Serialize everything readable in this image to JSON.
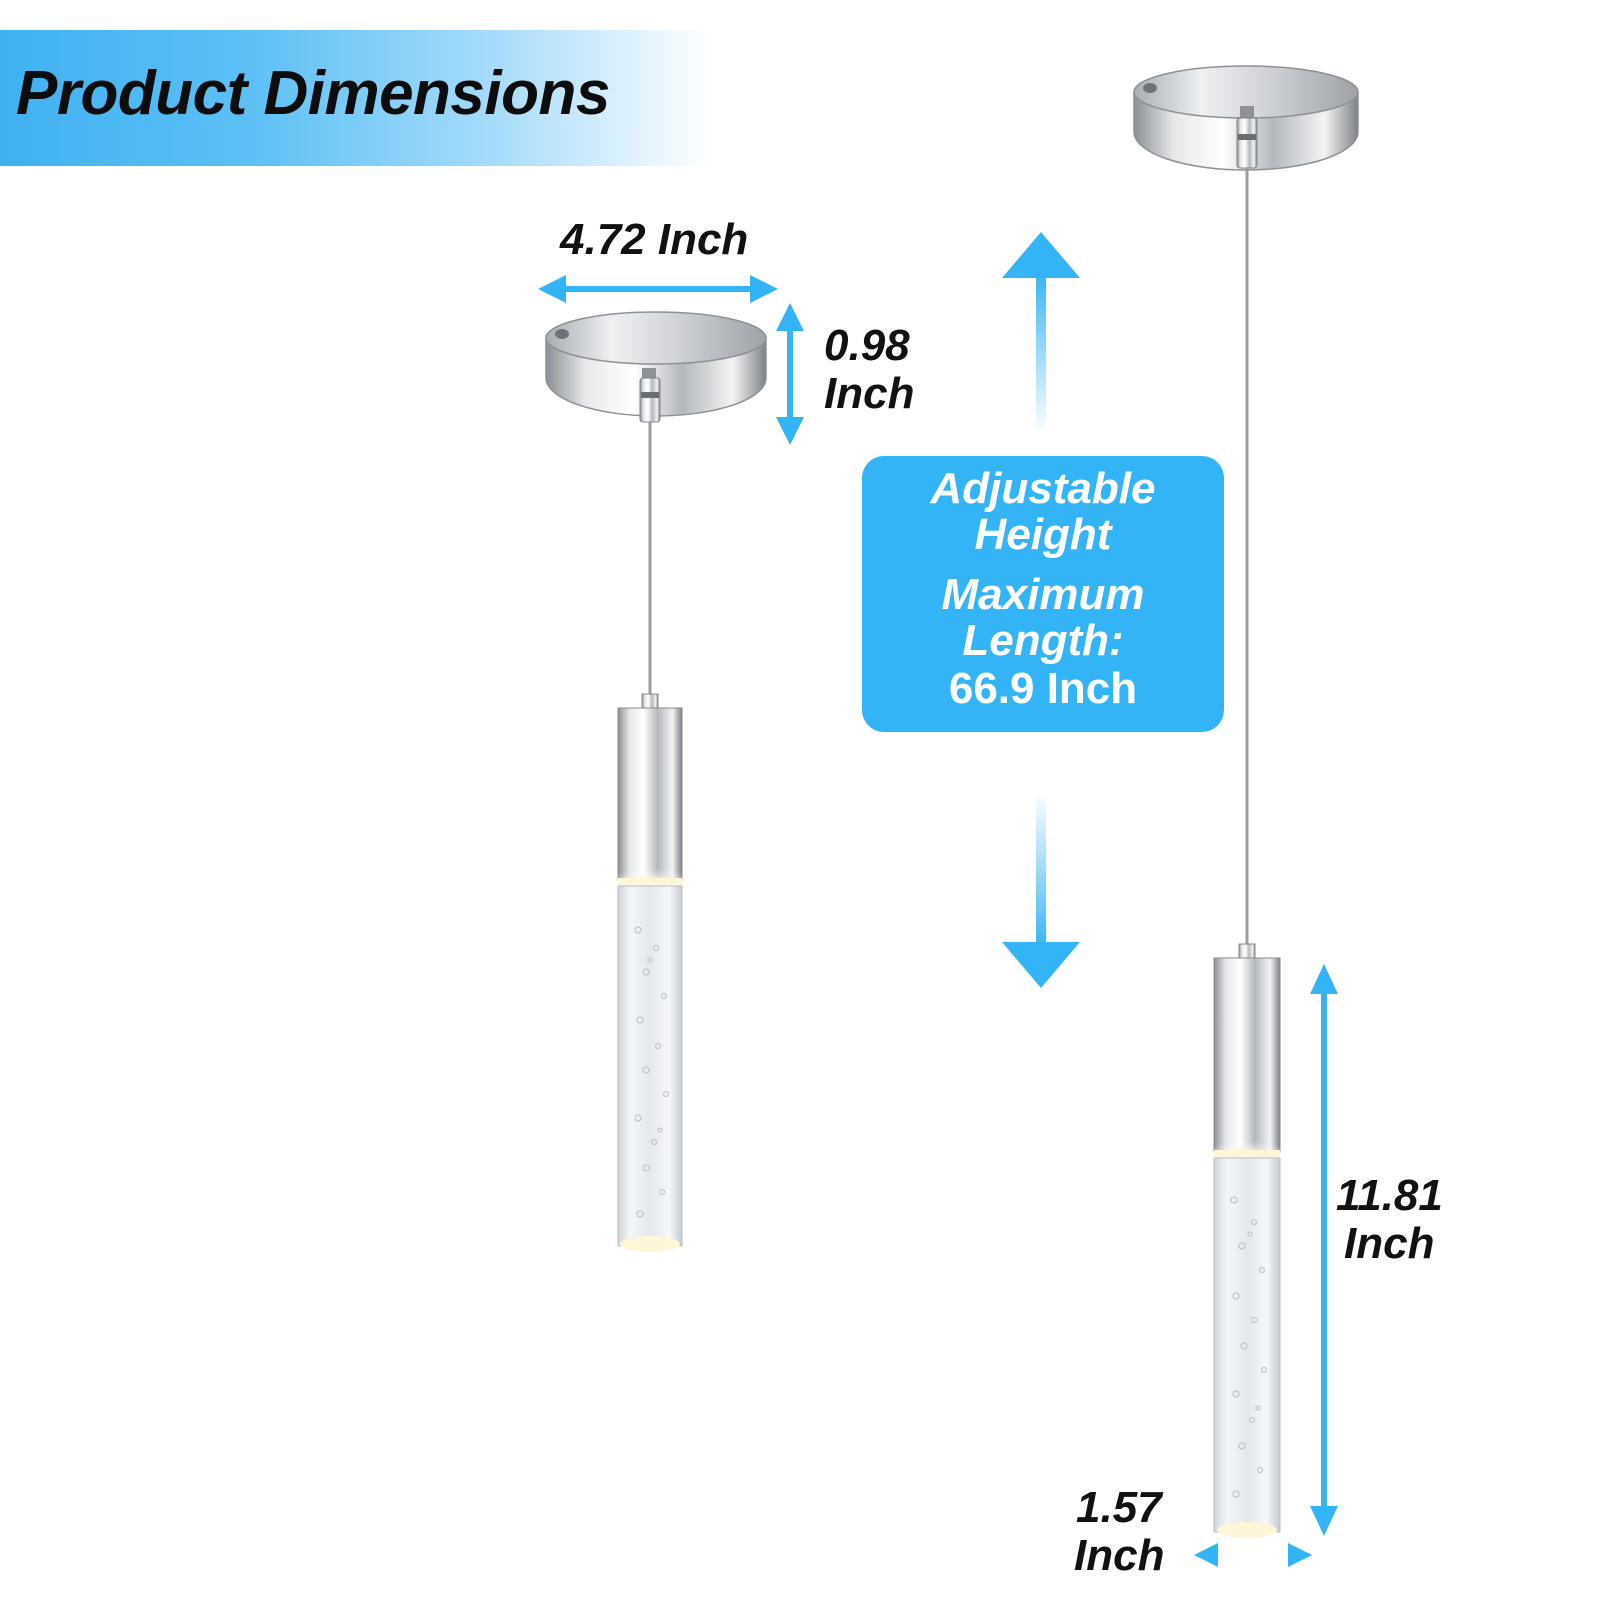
{
  "header": {
    "title": "Product Dimensions"
  },
  "dimensions": {
    "canopy_width": "4.72 Inch",
    "canopy_height_value": "0.98",
    "canopy_height_unit": "Inch",
    "shade_length_value": "11.81",
    "shade_length_unit": "Inch",
    "shade_diameter_value": "1.57",
    "shade_diameter_unit": "Inch"
  },
  "callout": {
    "line1": "Adjustable",
    "line2": "Height",
    "line3": "Maximum",
    "line4": "Length:",
    "line5": "66.9 Inch"
  },
  "colors": {
    "accent": "#33b4f6",
    "banner": "#3fb1f1",
    "text": "#111111"
  }
}
